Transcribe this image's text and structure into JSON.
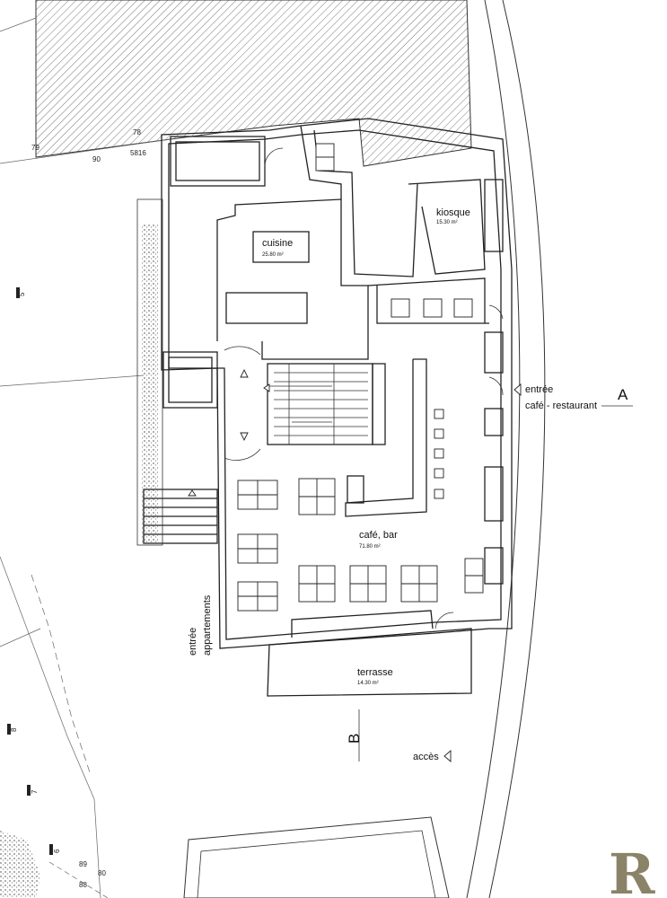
{
  "rooms": {
    "kitchen": {
      "name": "cuisine",
      "area": "25.80 m²"
    },
    "kiosk": {
      "name": "kiosque",
      "area": "15.30 m²"
    },
    "cafe": {
      "name": "café, bar",
      "area": "71.80 m²"
    },
    "terrace": {
      "name": "terrasse",
      "area": "14.30 m²"
    }
  },
  "labels": {
    "entry_cafe_line1": "entrée",
    "entry_cafe_line2": "café - restaurant",
    "entry_apartments_line1": "entrée",
    "entry_apartments_line2": "appartements",
    "access": "accès",
    "section_a": "A",
    "section_b": "B"
  },
  "parcel_numbers": [
    "79",
    "78",
    "90",
    "5816",
    "5",
    "8",
    "7",
    "6",
    "89",
    "88",
    "80"
  ],
  "logo": "R",
  "colors": {
    "lines": "#222222",
    "logo": "#8b8368",
    "hatch": "#555555"
  }
}
